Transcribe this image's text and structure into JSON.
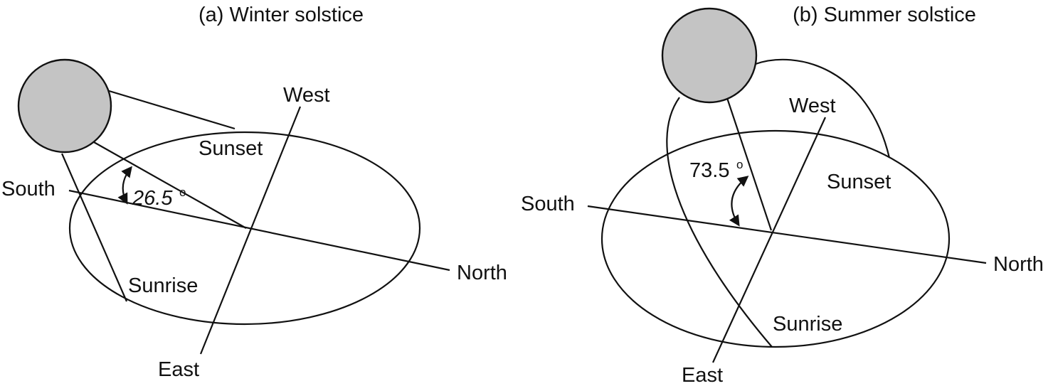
{
  "panels": [
    {
      "title": "(a) Winter solstice",
      "labels": {
        "west": "West",
        "east": "East",
        "south": "South",
        "north": "North",
        "sunset": "Sunset",
        "sunrise": "Sunrise",
        "angle": "26.5",
        "degree_mark": "o"
      }
    },
    {
      "title": "(b) Summer solstice",
      "labels": {
        "west": "West",
        "east": "East",
        "south": "South",
        "north": "North",
        "sunset": "Sunset",
        "sunrise": "Sunrise",
        "angle": "73.5",
        "degree_mark": "o"
      }
    }
  ],
  "colors": {
    "sun_fill": "#c4c4c4",
    "line": "#111111",
    "background": "#ffffff"
  }
}
